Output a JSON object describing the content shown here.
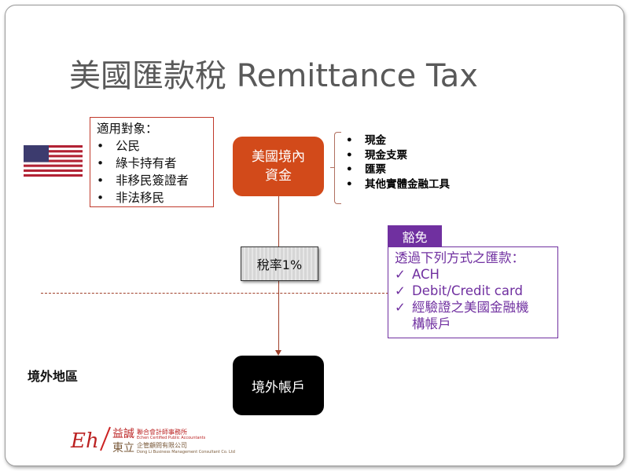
{
  "title": "美國匯款稅 Remittance Tax",
  "applicable": {
    "heading": "適用對象：",
    "items": [
      "公民",
      "綠卡持有者",
      "非移民簽證者",
      "非法移民"
    ]
  },
  "source_box": {
    "line1": "美國境內",
    "line2": "資金"
  },
  "instruments": [
    "現金",
    "現金支票",
    "匯票",
    "其他實體金融工具"
  ],
  "tax_rate": "稅率1%",
  "exempt": {
    "tab": "豁免",
    "heading": "透過下列方式之匯款：",
    "items": [
      "ACH",
      "Debit/Credit card",
      "經驗證之美國金融機"
    ],
    "continuation": "構帳戶",
    "check": "✓"
  },
  "offshore_label": "境外地區",
  "dest_box": "境外帳戶",
  "logo": {
    "cn1": "益誠",
    "cn1_sub": "聯合會計師事務所",
    "en1": "Echen Certified Public Accountants",
    "cn2": "東立",
    "cn2_sub": "企管顧問有限公司",
    "en2": "Dong Li Business Management Consultant Co. Ltd"
  },
  "colors": {
    "orange": "#d24a1a",
    "purple": "#7030a0",
    "red": "#c0392b"
  }
}
